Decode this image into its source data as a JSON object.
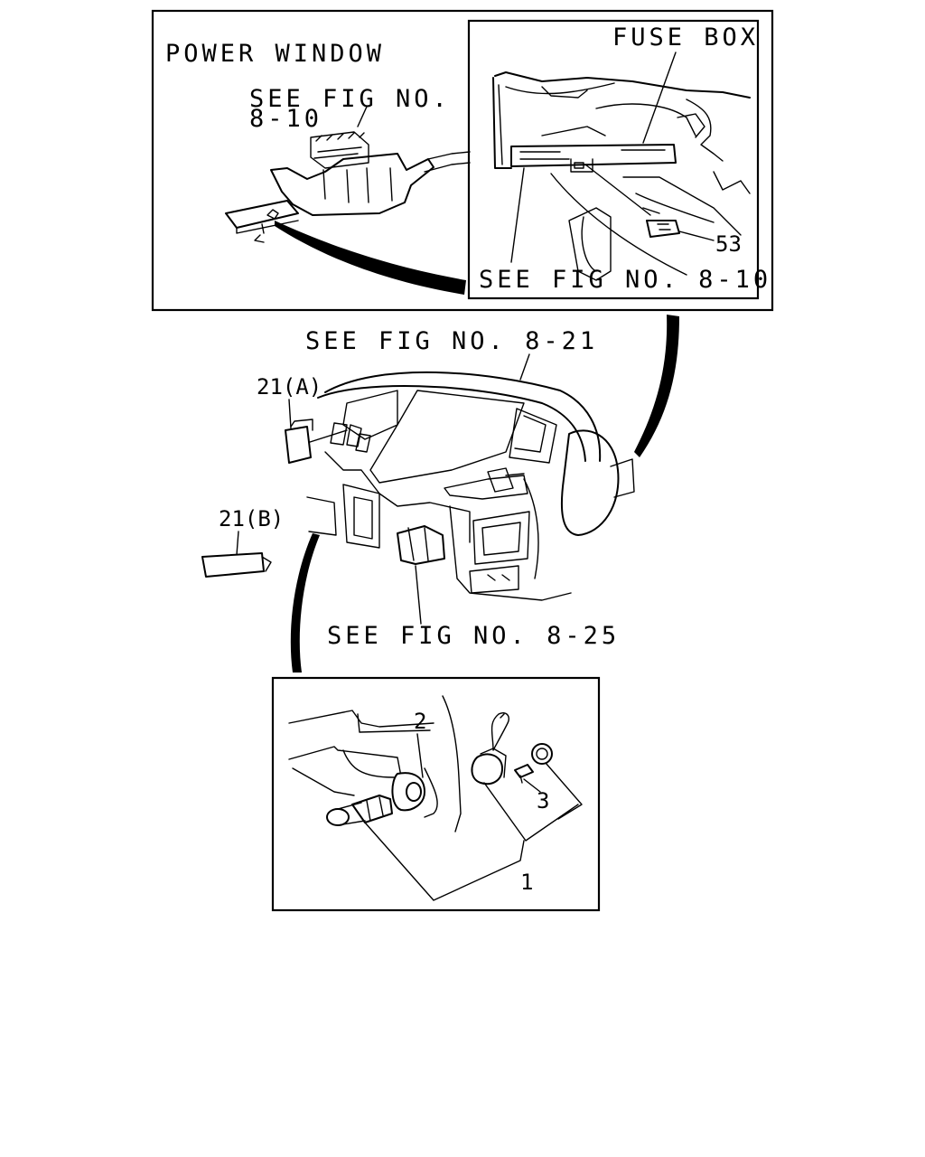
{
  "labels": {
    "power_window": "POWER WINDOW",
    "see_fig_8_10_a_line1": "SEE FIG NO.",
    "see_fig_8_10_a_line2": "8-10",
    "fuse_box": "FUSE BOX",
    "see_fig_8_10_b": "SEE FIG NO. 8-10",
    "see_fig_8_21": "SEE FIG NO. 8-21",
    "see_fig_8_25": "SEE FIG NO. 8-25"
  },
  "callouts": {
    "c53": "53",
    "c21a": "21(A)",
    "c21b": "21(B)",
    "c2": "2",
    "c3": "3",
    "c1": "1"
  }
}
